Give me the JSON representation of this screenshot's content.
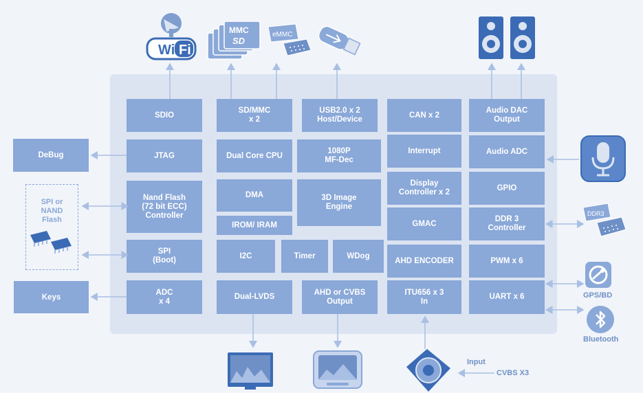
{
  "icons": {
    "wifi": "wifi-logo",
    "mmc": "mmc-sd-card-icon",
    "emmc": "emmc-chip-icon",
    "usb": "usb-stick-icon",
    "speakers": "speaker-icon",
    "mic": "microphone-icon",
    "ddr3": "ddr3-chip-icon",
    "gps": "gps-icon",
    "bluetooth": "bluetooth-icon",
    "lvds_display": "lcd-monitor-icon",
    "cvbs_display": "tv-display-icon",
    "camera": "camera-icon",
    "flash_chip": "soic-chip-icon"
  },
  "logos": {
    "wifi_text": "WiFi",
    "mmc_text": "MMC",
    "emmc_text": "eMMC",
    "ddr3_text": "DDR3"
  },
  "soc_blocks": {
    "sdio": "SDIO",
    "jtag": "JTAG",
    "nand": "Nand Flash\n(72 bit ECC)\nController",
    "spi_boot": "SPI\n(Boot)",
    "adc": "ADC\nx 4",
    "sdmmc": "SD/MMC\nx 2",
    "usb": "USB2.0 x 2\nHost/Device",
    "cpu": "Dual Core CPU",
    "mfdec": "1080P\nMF-Dec",
    "dma": "DMA",
    "image3d": "3D Image\nEngine",
    "irom": "IROM/ IRAM",
    "i2c": "I2C",
    "timer": "Timer",
    "wdog": "WDog",
    "lvds": "Dual-LVDS",
    "ahd_cvbs_out": "AHD or CVBS\nOutput",
    "can": "CAN x 2",
    "interrupt": "Interrupt",
    "display": "Display\nController x 2",
    "gmac": "GMAC",
    "ahd_enc": "AHD ENCODER",
    "itu656": "ITU656 x 3\nIn",
    "audio_dac": "Audio DAC\nOutput",
    "audio_adc": "Audio ADC",
    "gpio": "GPIO",
    "ddr3": "DDR 3\nController",
    "pwm": "PWM x 6",
    "uart": "UART x 6"
  },
  "external": {
    "debug": "DeBug",
    "spi_nand": "SPI or\nNAND\nFlash",
    "keys": "Keys"
  },
  "labels": {
    "gps": "GPS/BD",
    "bluetooth": "Bluetooth",
    "input": "Input",
    "cvbs": "CVBS X3"
  },
  "colors": {
    "block": "#8aa8d8",
    "soc_bg": "#dce4f2",
    "arrow": "#a9bfe3",
    "label": "#6f90c6"
  }
}
